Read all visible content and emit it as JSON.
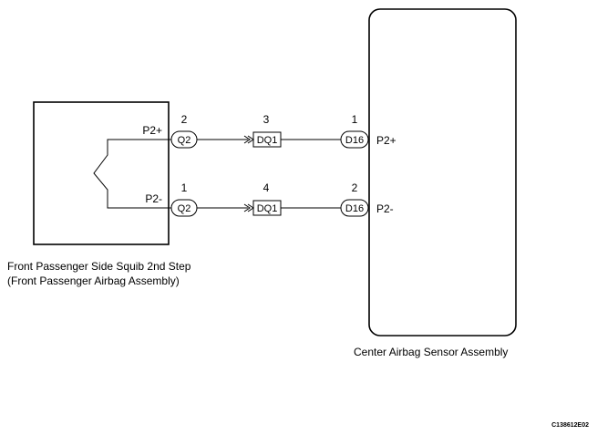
{
  "squib": {
    "caption_line1": "Front Passenger Side Squib 2nd Step",
    "caption_line2": "(Front Passenger Airbag Assembly)",
    "pin_plus": "P2+",
    "pin_minus": "P2-"
  },
  "sensor": {
    "caption": "Center Airbag Sensor Assembly",
    "pin_plus": "P2+",
    "pin_minus": "P2-"
  },
  "circuits": [
    {
      "q_pin": "2",
      "q_connector": "Q2",
      "dq_pin": "3",
      "dq_connector": "DQ1",
      "d_pin": "1",
      "d_connector": "D16"
    },
    {
      "q_pin": "1",
      "q_connector": "Q2",
      "dq_pin": "4",
      "dq_connector": "DQ1",
      "d_pin": "2",
      "d_connector": "D16"
    }
  ],
  "figure_code": "C138612E02"
}
